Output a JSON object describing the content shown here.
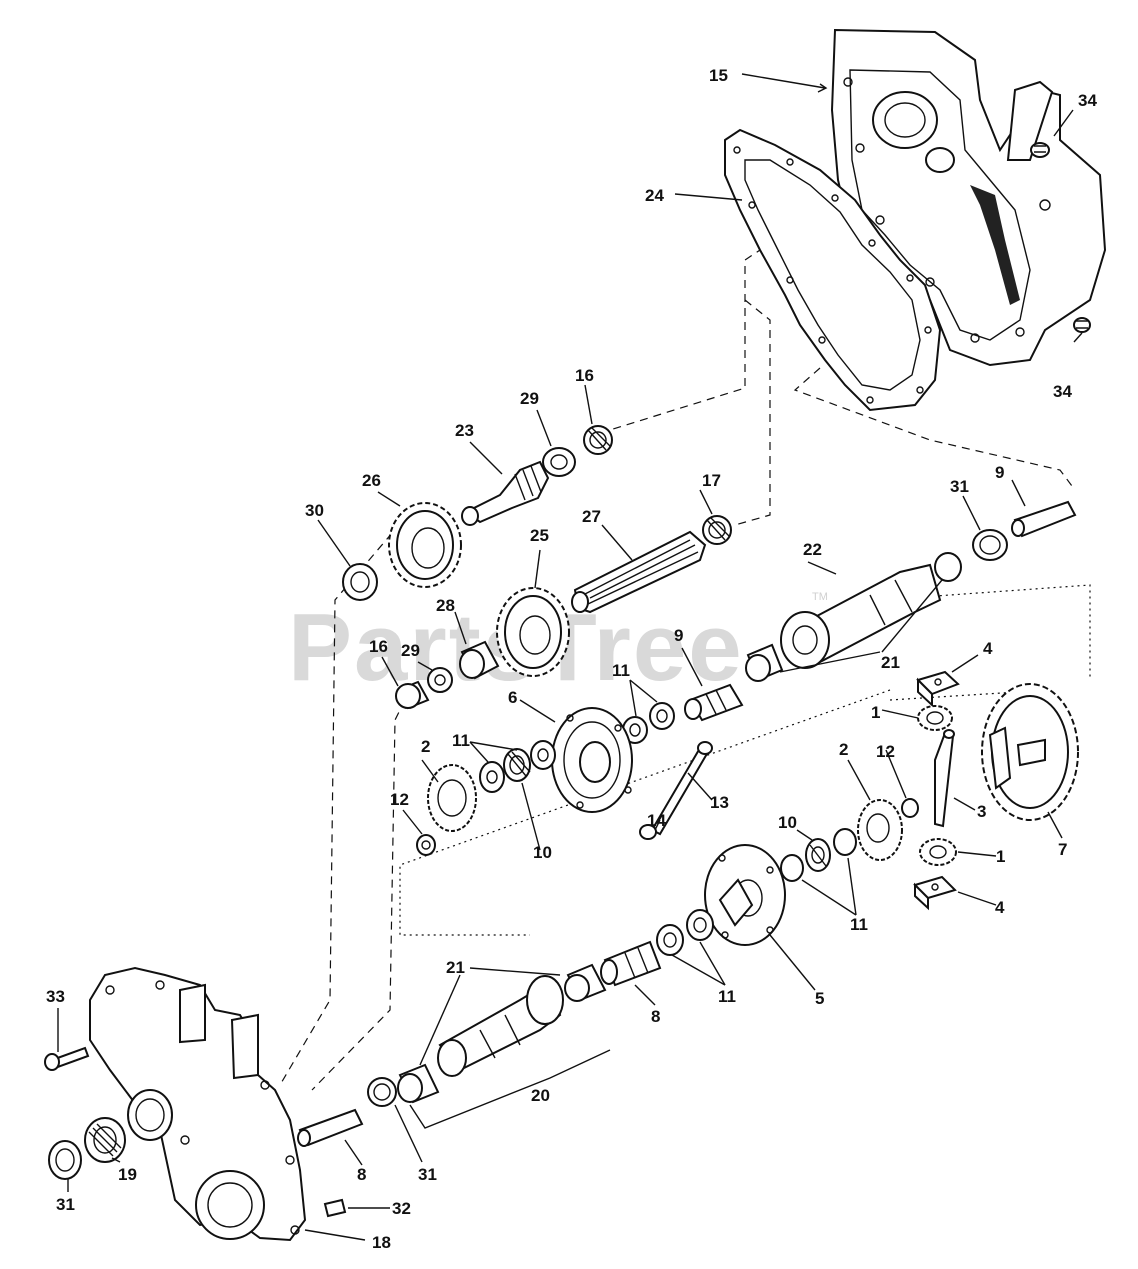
{
  "watermark": {
    "text": "PartsTree",
    "trademark": "TM"
  },
  "callouts": [
    {
      "id": "c15",
      "label": "15"
    },
    {
      "id": "c34a",
      "label": "34"
    },
    {
      "id": "c24",
      "label": "24"
    },
    {
      "id": "c34b",
      "label": "34"
    },
    {
      "id": "c16a",
      "label": "16"
    },
    {
      "id": "c29a",
      "label": "29"
    },
    {
      "id": "c23",
      "label": "23"
    },
    {
      "id": "c26",
      "label": "26"
    },
    {
      "id": "c17",
      "label": "17"
    },
    {
      "id": "c31a",
      "label": "31"
    },
    {
      "id": "c9a",
      "label": "9"
    },
    {
      "id": "c30",
      "label": "30"
    },
    {
      "id": "c27",
      "label": "27"
    },
    {
      "id": "c25",
      "label": "25"
    },
    {
      "id": "c22",
      "label": "22"
    },
    {
      "id": "c28",
      "label": "28"
    },
    {
      "id": "c29b",
      "label": "29"
    },
    {
      "id": "c16b",
      "label": "16"
    },
    {
      "id": "c21a",
      "label": "21"
    },
    {
      "id": "c9b",
      "label": "9"
    },
    {
      "id": "c4a",
      "label": "4"
    },
    {
      "id": "c11a",
      "label": "11"
    },
    {
      "id": "c6",
      "label": "6"
    },
    {
      "id": "c1a",
      "label": "1"
    },
    {
      "id": "c11b",
      "label": "11"
    },
    {
      "id": "c2a",
      "label": "2"
    },
    {
      "id": "c12a",
      "label": "12"
    },
    {
      "id": "c13",
      "label": "13"
    },
    {
      "id": "c3",
      "label": "3"
    },
    {
      "id": "c14",
      "label": "14"
    },
    {
      "id": "c10a",
      "label": "10"
    },
    {
      "id": "c2b",
      "label": "2"
    },
    {
      "id": "c12b",
      "label": "12"
    },
    {
      "id": "c10b",
      "label": "10"
    },
    {
      "id": "c7",
      "label": "7"
    },
    {
      "id": "c1b",
      "label": "1"
    },
    {
      "id": "c11c",
      "label": "11"
    },
    {
      "id": "c4b",
      "label": "4"
    },
    {
      "id": "c21b",
      "label": "21"
    },
    {
      "id": "c5",
      "label": "5"
    },
    {
      "id": "c11d",
      "label": "11"
    },
    {
      "id": "c8a",
      "label": "8"
    },
    {
      "id": "c33",
      "label": "33"
    },
    {
      "id": "c20",
      "label": "20"
    },
    {
      "id": "c19",
      "label": "19"
    },
    {
      "id": "c8b",
      "label": "8"
    },
    {
      "id": "c31b",
      "label": "31"
    },
    {
      "id": "c31c",
      "label": "31"
    },
    {
      "id": "c32",
      "label": "32"
    },
    {
      "id": "c18",
      "label": "18"
    }
  ]
}
